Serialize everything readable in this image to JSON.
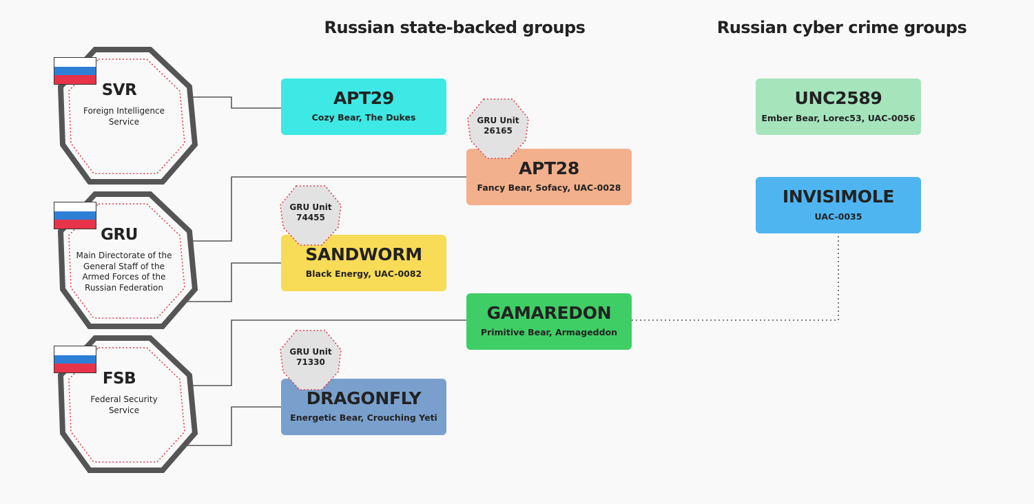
{
  "headings": {
    "state_backed": "Russian state-backed groups",
    "cyber_crime": "Russian cyber crime groups"
  },
  "agencies": {
    "svr": {
      "name": "SVR",
      "description": "Foreign Intelligence Service",
      "flag": "russia-flag"
    },
    "gru": {
      "name": "GRU",
      "description": "Main Directorate of the General Staff of the Armed Forces of the Russian Federation",
      "flag": "russia-flag"
    },
    "fsb": {
      "name": "FSB",
      "description": "Federal Security Service",
      "flag": "russia-flag"
    }
  },
  "groups": {
    "apt29": {
      "name": "APT29",
      "aliases": "Cozy Bear, The Dukes",
      "color": "#3ee8e4"
    },
    "apt28": {
      "name": "APT28",
      "aliases": "Fancy Bear, Sofacy, UAC-0028",
      "color": "#f3b08c"
    },
    "sandworm": {
      "name": "SANDWORM",
      "aliases": "Black Energy, UAC-0082",
      "color": "#f8db57"
    },
    "gamaredon": {
      "name": "GAMAREDON",
      "aliases": "Primitive Bear, Armageddon",
      "color": "#3fce66"
    },
    "dragonfly": {
      "name": "DRAGONFLY",
      "aliases": "Energetic Bear, Crouching Yeti",
      "color": "#79a0cc"
    },
    "unc2589": {
      "name": "UNC2589",
      "aliases": "Ember Bear, Lorec53, UAC-0056",
      "color": "#a6e4bc"
    },
    "invisimole": {
      "name": "INVISIMOLE",
      "aliases": "UAC-0035",
      "color": "#4fb5f1"
    }
  },
  "units": {
    "u26165": {
      "label": "GRU Unit",
      "number": "26165"
    },
    "u74455": {
      "label": "GRU Unit",
      "number": "74455"
    },
    "u71330": {
      "label": "GRU Unit",
      "number": "71330"
    }
  },
  "colors": {
    "outline": "#555555",
    "dotted": "#e53945",
    "flag_white": "#ffffff",
    "flag_blue": "#2e7fd6",
    "flag_red": "#e8344a",
    "unit_fill": "#e2e2e2"
  }
}
